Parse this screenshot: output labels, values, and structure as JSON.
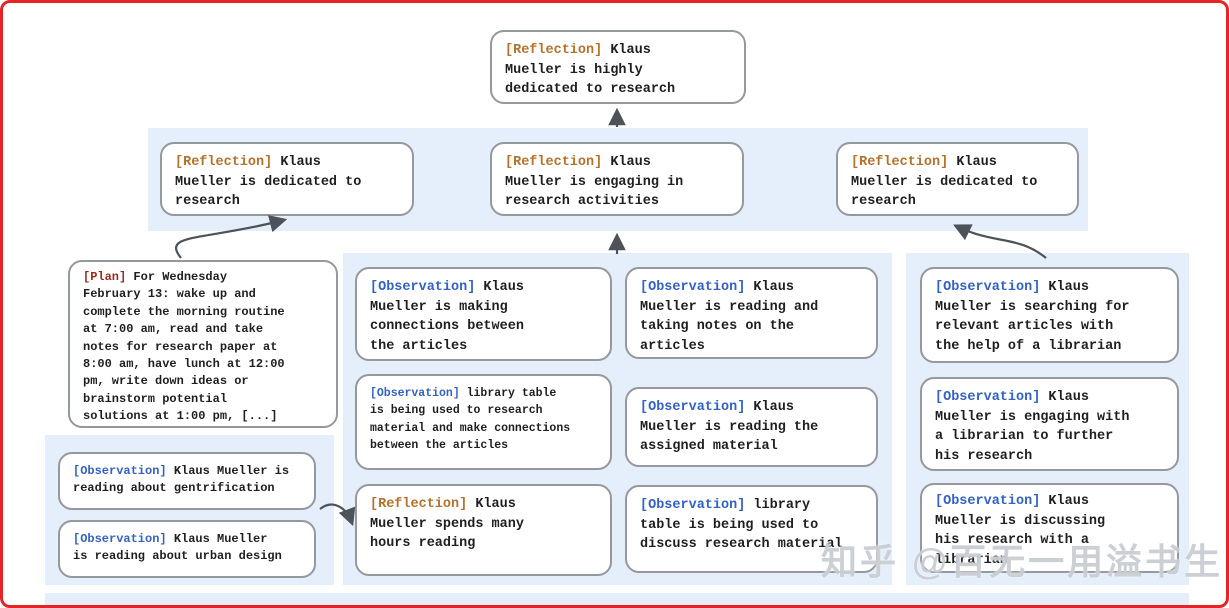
{
  "watermark": "知乎 @百无一用溢书生",
  "colors": {
    "frame": "#e42527",
    "panel": "#e5eefb",
    "box_border": "#95989c",
    "arrow": "#4d5359",
    "reflection_tag": "#b5722d",
    "plan_tag": "#992a21",
    "observation_tag": "#3462c1"
  },
  "nodes": {
    "root": {
      "tag": "[Reflection]",
      "text": " Klaus\nMueller is highly\ndedicated to research"
    },
    "refl_left": {
      "tag": "[Reflection]",
      "text": " Klaus\nMueller is dedicated to\nresearch"
    },
    "refl_mid": {
      "tag": "[Reflection]",
      "text": " Klaus\nMueller is engaging in\nresearch activities"
    },
    "refl_right": {
      "tag": "[Reflection]",
      "text": " Klaus\nMueller is dedicated to\nresearch"
    },
    "plan": {
      "tag": "[Plan]",
      "text": " For Wednesday\nFebruary 13: wake up and\ncomplete the morning routine\nat 7:00 am, read and take\nnotes for research paper at\n8:00 am, have lunch at 12:00\npm, write down ideas or\nbrainstorm potential\nsolutions at 1:00 pm, [...]"
    },
    "obs_gentrification": {
      "tag": "[Observation]",
      "text": " Klaus Mueller is\nreading about gentrification"
    },
    "obs_urban": {
      "tag": "[Observation]",
      "text": " Klaus Mueller\nis reading about urban design"
    },
    "obs_connections": {
      "tag": "[Observation]",
      "text": " Klaus\nMueller is making\nconnections between\nthe articles"
    },
    "obs_table_research": {
      "tag": "[Observation]",
      "text": " library table\nis being used to research\nmaterial and make connections\nbetween the articles"
    },
    "refl_hours": {
      "tag": "[Reflection]",
      "text": " Klaus\nMueller spends many\nhours reading"
    },
    "obs_notes": {
      "tag": "[Observation]",
      "text": " Klaus\nMueller is reading and\ntaking notes on the\narticles"
    },
    "obs_assigned": {
      "tag": "[Observation]",
      "text": " Klaus\nMueller is reading the\nassigned material"
    },
    "obs_table_discuss": {
      "tag": "[Observation]",
      "text": " library\ntable is being used to\ndiscuss research material"
    },
    "obs_searching": {
      "tag": "[Observation]",
      "text": " Klaus\nMueller is searching for\nrelevant articles with\nthe help of a librarian"
    },
    "obs_engaging": {
      "tag": "[Observation]",
      "text": " Klaus\nMueller is engaging with\na librarian to further\nhis research"
    },
    "obs_discussing": {
      "tag": "[Observation]",
      "text": " Klaus\nMueller is discussing\nhis research with a\nlibrarian"
    }
  }
}
